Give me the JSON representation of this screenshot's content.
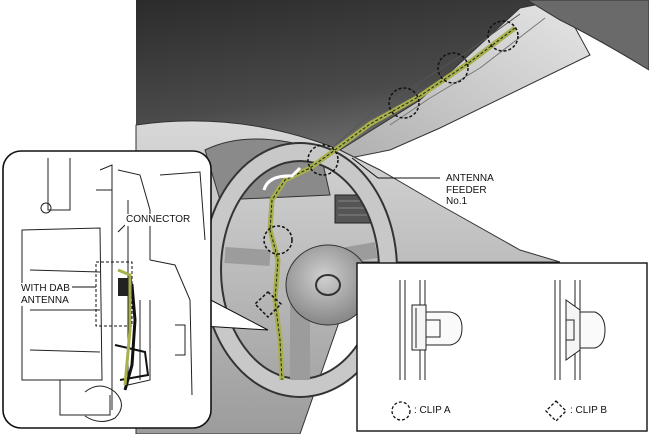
{
  "labels": {
    "antenna_feeder": [
      "ANTENNA",
      "FEEDER",
      "No.1"
    ],
    "connector": "CONNECTOR",
    "with_dab_antenna": [
      "WITH DAB",
      "ANTENNA"
    ]
  },
  "legend": {
    "clip_a": ": CLIP A",
    "clip_b": ": CLIP B"
  },
  "colors": {
    "feeder": "#a7b04a",
    "interior_dark": "#3c3c3c",
    "interior_mid": "#c4c4c4",
    "line": "#1a1a1a"
  }
}
